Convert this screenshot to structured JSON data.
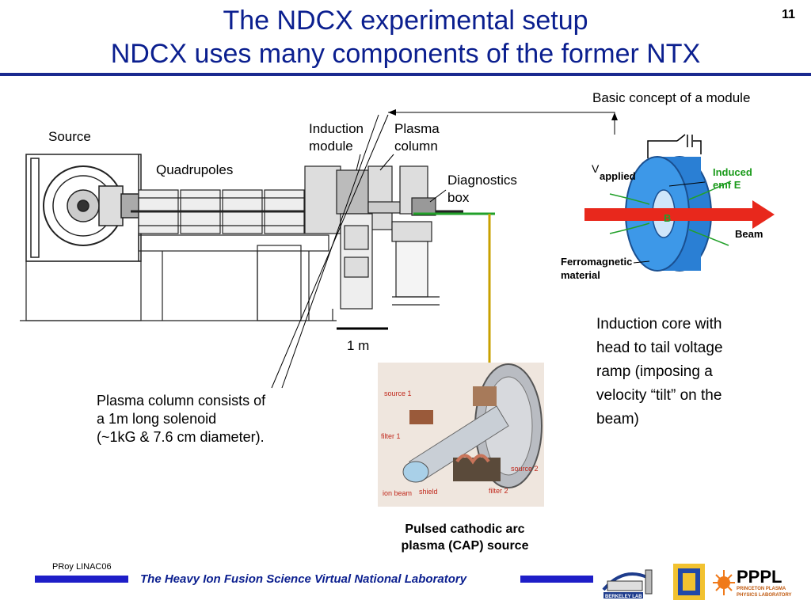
{
  "slide": {
    "page_number": "11",
    "title_line1": "The NDCX experimental setup",
    "title_line2": "NDCX uses many components of the former NTX"
  },
  "diagram": {
    "labels": {
      "source": "Source",
      "quadrupoles": "Quadrupoles",
      "induction_module_1": "Induction",
      "induction_module_2": "module",
      "plasma_column_1": "Plasma",
      "plasma_column_2": "column",
      "diagnostics_box_1": "Diagnostics",
      "diagnostics_box_2": "box",
      "scale": "1 m"
    }
  },
  "module_concept": {
    "heading": "Basic concept of a module",
    "v_label": "V",
    "v_sub": "applied",
    "induced_1": "Induced",
    "induced_2": "emf E",
    "b_label": "B",
    "beam_label": "Beam",
    "ferro_1": "Ferromagnetic",
    "ferro_2": "material"
  },
  "induction_text": {
    "line1": "Induction core with",
    "line2": "head  to tail voltage",
    "line3": "ramp (imposing a",
    "line4": "velocity  “tilt” on the",
    "line5": "beam)"
  },
  "plasma_text": {
    "line1": "Plasma column consists of",
    "line2": "a 1m long solenoid",
    "line3": "(~1kG & 7.6 cm diameter)."
  },
  "cap_photo": {
    "labels": {
      "source1": "source 1",
      "filter1": "filter 1",
      "ion_beam": "ion beam",
      "shield": "shield",
      "source2": "source 2",
      "filter2": "filter 2"
    },
    "caption_1": "Pulsed cathodic arc",
    "caption_2": "plasma (CAP) source"
  },
  "footer": {
    "left_tag": "PRoy LINAC06",
    "lab_name": "The Heavy Ion Fusion Science Virtual National Laboratory",
    "logo_berkeley": "BERKELEY LAB",
    "logo_pppl": "PPPL",
    "logo_pppl_sub1": "PRINCETON PLASMA",
    "logo_pppl_sub2": "PHYSICS LABORATORY"
  },
  "colors": {
    "title_blue": "#0b1f8f",
    "footer_blue": "#1e1ec8",
    "core_blue": "#2a7fd4",
    "beam_red": "#e8281c",
    "field_green": "#22a02a",
    "induced_green": "#1a9a1a",
    "connector_yellow": "#c8a000"
  }
}
